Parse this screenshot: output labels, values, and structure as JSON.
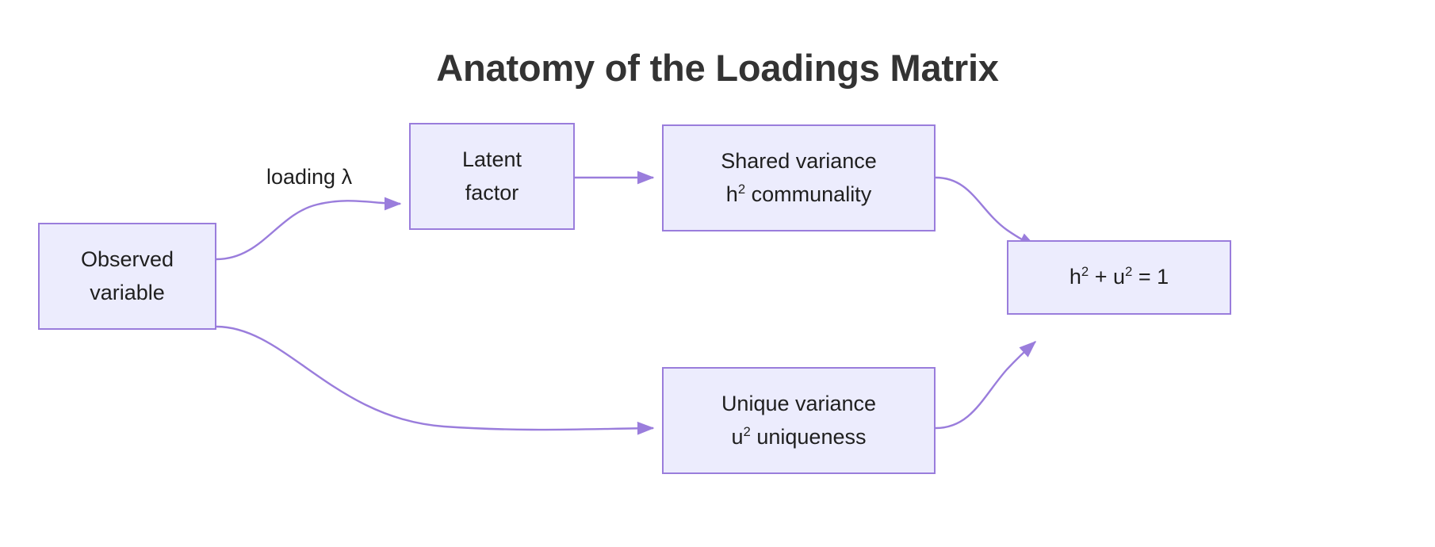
{
  "diagram": {
    "title": "Anatomy of the Loadings Matrix",
    "type": "flowchart",
    "direction": "left-to-right",
    "theme": {
      "node_fill": "#ececfd",
      "node_border": "#9a7ddc",
      "edge_color": "#9a7ddc",
      "text_color": "#1f1f1f",
      "title_color": "#333333",
      "background": "#ffffff"
    },
    "nodes": [
      {
        "id": "observed",
        "line1": "Observed",
        "line2": "variable"
      },
      {
        "id": "latent",
        "line1": "Latent",
        "line2": "factor"
      },
      {
        "id": "shared",
        "line1": "Shared variance",
        "line2_pre": "h",
        "line2_sup": "2",
        "line2_post": " communality"
      },
      {
        "id": "unique",
        "line1": "Unique variance",
        "line2_pre": "u",
        "line2_sup": "2",
        "line2_post": " uniqueness"
      },
      {
        "id": "identity",
        "eq_a": "h",
        "eq_a_sup": "2",
        "eq_mid": " + ",
        "eq_b": "u",
        "eq_b_sup": "2",
        "eq_end": " = 1"
      }
    ],
    "edges": [
      {
        "id": "observed-to-latent",
        "from": "observed",
        "to": "latent",
        "label": "loading λ",
        "arrow": "solid-triangle"
      },
      {
        "id": "latent-to-shared",
        "from": "latent",
        "to": "shared",
        "label": "",
        "arrow": "solid-triangle"
      },
      {
        "id": "observed-to-unique",
        "from": "observed",
        "to": "unique",
        "label": "",
        "arrow": "solid-triangle"
      },
      {
        "id": "shared-to-identity",
        "from": "shared",
        "to": "identity",
        "label": "",
        "arrow": "solid-triangle"
      },
      {
        "id": "unique-to-identity",
        "from": "unique",
        "to": "identity",
        "label": "",
        "arrow": "solid-triangle"
      }
    ]
  }
}
